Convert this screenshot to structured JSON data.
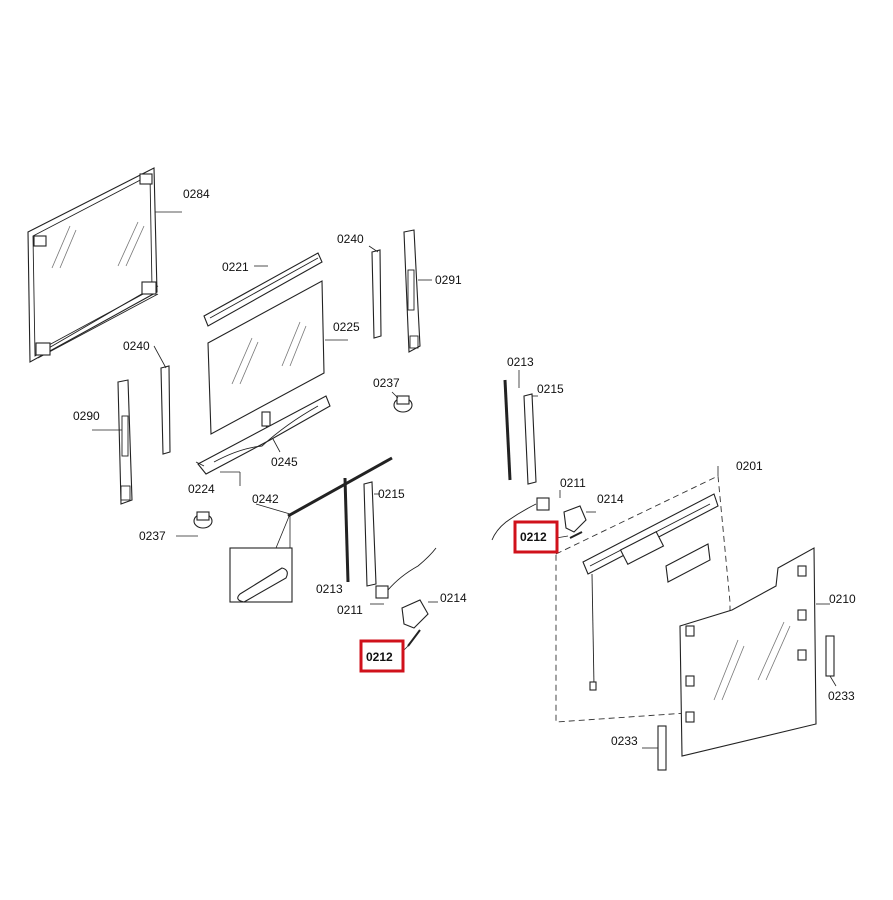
{
  "labels": {
    "p0284": "0284",
    "p0221": "0221",
    "p0240a": "0240",
    "p0291": "0291",
    "p0225": "0225",
    "p0240b": "0240",
    "p0237a": "0237",
    "p0290": "0290",
    "p0245": "0245",
    "p0224": "0224",
    "p0242": "0242",
    "p0215a": "0215",
    "p0237b": "0237",
    "p0213a": "0213",
    "p0211a": "0211",
    "p0214a": "0214",
    "p0212a": "0212",
    "p0213b": "0213",
    "p0215b": "0215",
    "p0211b": "0211",
    "p0214b": "0214",
    "p0212b": "0212",
    "p0201": "0201",
    "p0210": "0210",
    "p0233a": "0233",
    "p0233b": "0233"
  },
  "highlighted_parts": [
    "0212"
  ],
  "colors": {
    "highlight": "#d0111b",
    "line": "#222222"
  }
}
